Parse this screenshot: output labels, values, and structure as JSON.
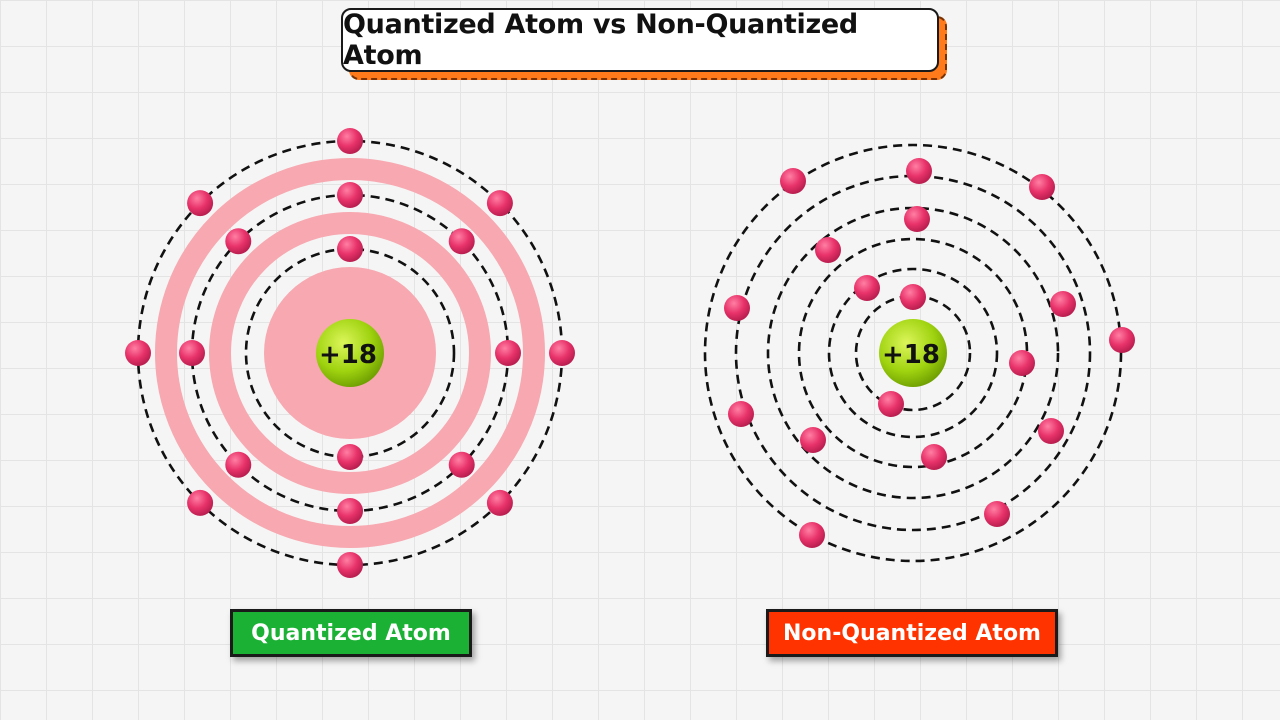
{
  "title": "Quantized Atom vs Non-Quantized Atom",
  "colors": {
    "title_shadow": "#ff7a1a",
    "orbit_band": "#f7a8b0",
    "electron": "#e8336a",
    "nucleus": "#9fd30f",
    "quantized_label_bg": "#1bb135",
    "non_quantized_label_bg": "#ff3300"
  },
  "quantized_atom": {
    "label": "Quantized Atom",
    "nucleus_charge": "+18",
    "shells": [
      {
        "electrons": 2
      },
      {
        "electrons": 8
      },
      {
        "electrons": 8
      }
    ]
  },
  "non_quantized_atom": {
    "label": "Non-Quantized Atom",
    "nucleus_charge": "+18",
    "orbit_count": 6,
    "electron_count": 18
  }
}
